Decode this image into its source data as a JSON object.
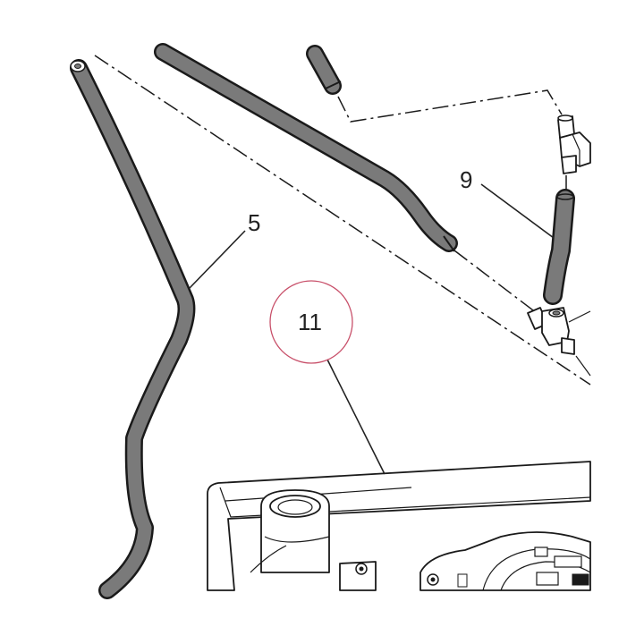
{
  "callouts": {
    "hose_5": "5",
    "hose_9": "9",
    "tank_11": "11"
  },
  "colors": {
    "hose_fill": "#7a7a7a",
    "outline": "#1a1a1a",
    "highlight_circle": "#c8506a",
    "background": "#ffffff"
  }
}
